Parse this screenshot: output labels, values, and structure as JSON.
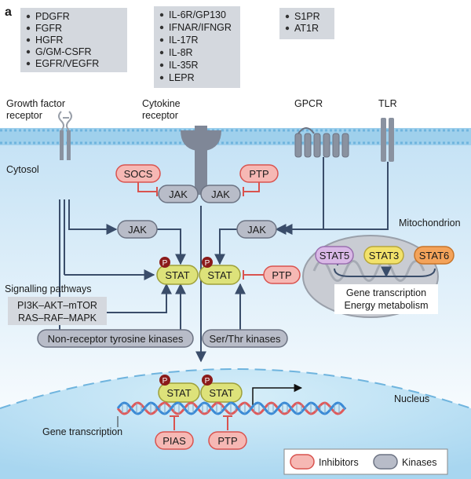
{
  "panel_letter": "a",
  "receptor_boxes": {
    "growth_factor": [
      "PDGFR",
      "FGFR",
      "HGFR",
      "G/GM-CSFR",
      "EGFR/VEGFR"
    ],
    "cytokine": [
      "IL-6R/GP130",
      "IFNAR/IFNGR",
      "IL-17R",
      "IL-8R",
      "IL-35R",
      "LEPR"
    ],
    "gpcr": [
      "S1PR",
      "AT1R"
    ]
  },
  "receptor_labels": {
    "growth_factor_l1": "Growth factor",
    "growth_factor_l2": "receptor",
    "cytokine_l1": "Cytokine",
    "cytokine_l2": "receptor",
    "gpcr": "GPCR",
    "tlr": "TLR"
  },
  "compartments": {
    "cytosol": "Cytosol",
    "mitochondrion": "Mitochondrion",
    "nucleus": "Nucleus"
  },
  "nodes": {
    "socs": "SOCS",
    "ptp_membrane": "PTP",
    "jak_left": "JAK",
    "jak_right": "JAK",
    "jak_mid_left": "JAK",
    "jak_mid_right": "JAK",
    "stat_left": "STAT",
    "stat_right": "STAT",
    "ptp_cyto": "PTP",
    "phospho": "P",
    "stat5": "STAT5",
    "stat3": "STAT3",
    "stat6": "STAT6",
    "mito_l1": "Gene transcription",
    "mito_l2": "Energy metabolism",
    "signalling_title": "Signalling pathways",
    "pathway_1": "PI3K–AKT–mTOR",
    "pathway_2": "RAS–RAF–MAPK",
    "nrtk": "Non-receptor tyrosine kinases",
    "serthr": "Ser/Thr kinases",
    "nuc_stat_left": "STAT",
    "nuc_stat_right": "STAT",
    "gene_transcription": "Gene transcription",
    "pias": "PIAS",
    "ptp_nuc": "PTP"
  },
  "legend": {
    "inhibitors": "Inhibitors",
    "kinases": "Kinases"
  },
  "colors": {
    "inhibitor_fill": "#f6b8b4",
    "inhibitor_stroke": "#d9534f",
    "kinase_fill": "#b8bcc8",
    "stat_fill": "#dde27a",
    "phospho_fill": "#8b1a1a",
    "stat3_fill": "#f2e26b",
    "stat5_fill": "#d9b8e6",
    "stat6_fill": "#f4a35a",
    "cytosol": "#d8ecf8",
    "nucleus": "#bfe2f5",
    "arrow": "#3a4d6a"
  }
}
